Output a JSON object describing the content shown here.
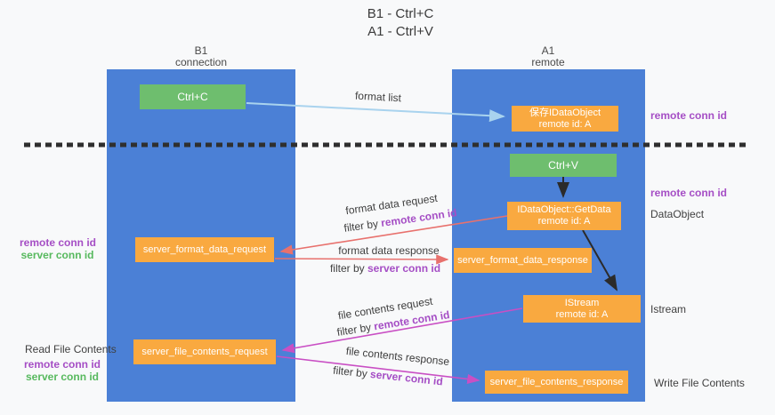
{
  "title": {
    "line1": "B1 - Ctrl+C",
    "line2": "A1 - Ctrl+V"
  },
  "lanes": {
    "left": {
      "name": "B1",
      "subtitle": "connection"
    },
    "right": {
      "name": "A1",
      "subtitle": "remote"
    }
  },
  "boxes": {
    "ctrl_c": "Ctrl+C",
    "ctrl_v": "Ctrl+V",
    "save_dataobject": {
      "line1": "保存IDataObject",
      "line2": "remote id: A"
    },
    "getdata": {
      "line1": "IDataObject::GetData",
      "line2": "remote id: A"
    },
    "istream": {
      "line1": "IStream",
      "line2": "remote id: A"
    },
    "server_format_data_request": "server_format_data_request",
    "server_format_data_response": "server_format_data_response",
    "server_file_contents_request": "server_file_contents_request",
    "server_file_contents_response": "server_file_contents_response"
  },
  "messages": {
    "format_list": "format list",
    "format_data_request": "format data request",
    "format_data_request_filter": {
      "prefix": "filter by ",
      "key": "remote conn id"
    },
    "format_data_response": "format data response",
    "format_data_response_filter": {
      "prefix": "filter by ",
      "key": "server conn id"
    },
    "file_contents_request": "file contents request",
    "file_contents_request_filter": {
      "prefix": "filter by ",
      "key": "remote conn id"
    },
    "file_contents_response": "file contents response",
    "file_contents_response_filter": {
      "prefix": "filter by ",
      "key": "server conn id"
    }
  },
  "side_labels": {
    "right_remote_conn_id_top": "remote conn id",
    "right_remote_conn_id_mid": "remote conn id",
    "dataobject": "DataObject",
    "istream": "Istream",
    "write_file_contents": "Write File Contents",
    "left_remote_conn_id_top": "remote conn id",
    "left_server_conn_id_top": "server conn id",
    "read_file_contents": "Read File Contents",
    "left_remote_conn_id_bottom": "remote conn id",
    "left_server_conn_id_bottom": "server conn id"
  },
  "colors": {
    "lane_blue": "#4b80d6",
    "box_green": "#6ebe6e",
    "box_orange": "#f9a940",
    "arrow_light_blue": "#a9d3ee",
    "arrow_red": "#e8716d",
    "arrow_magenta": "#c94fc4",
    "arrow_black": "#2b2b2b",
    "text_purple": "#a54ec5",
    "text_green": "#57b95e",
    "background": "#f8f9fa"
  }
}
